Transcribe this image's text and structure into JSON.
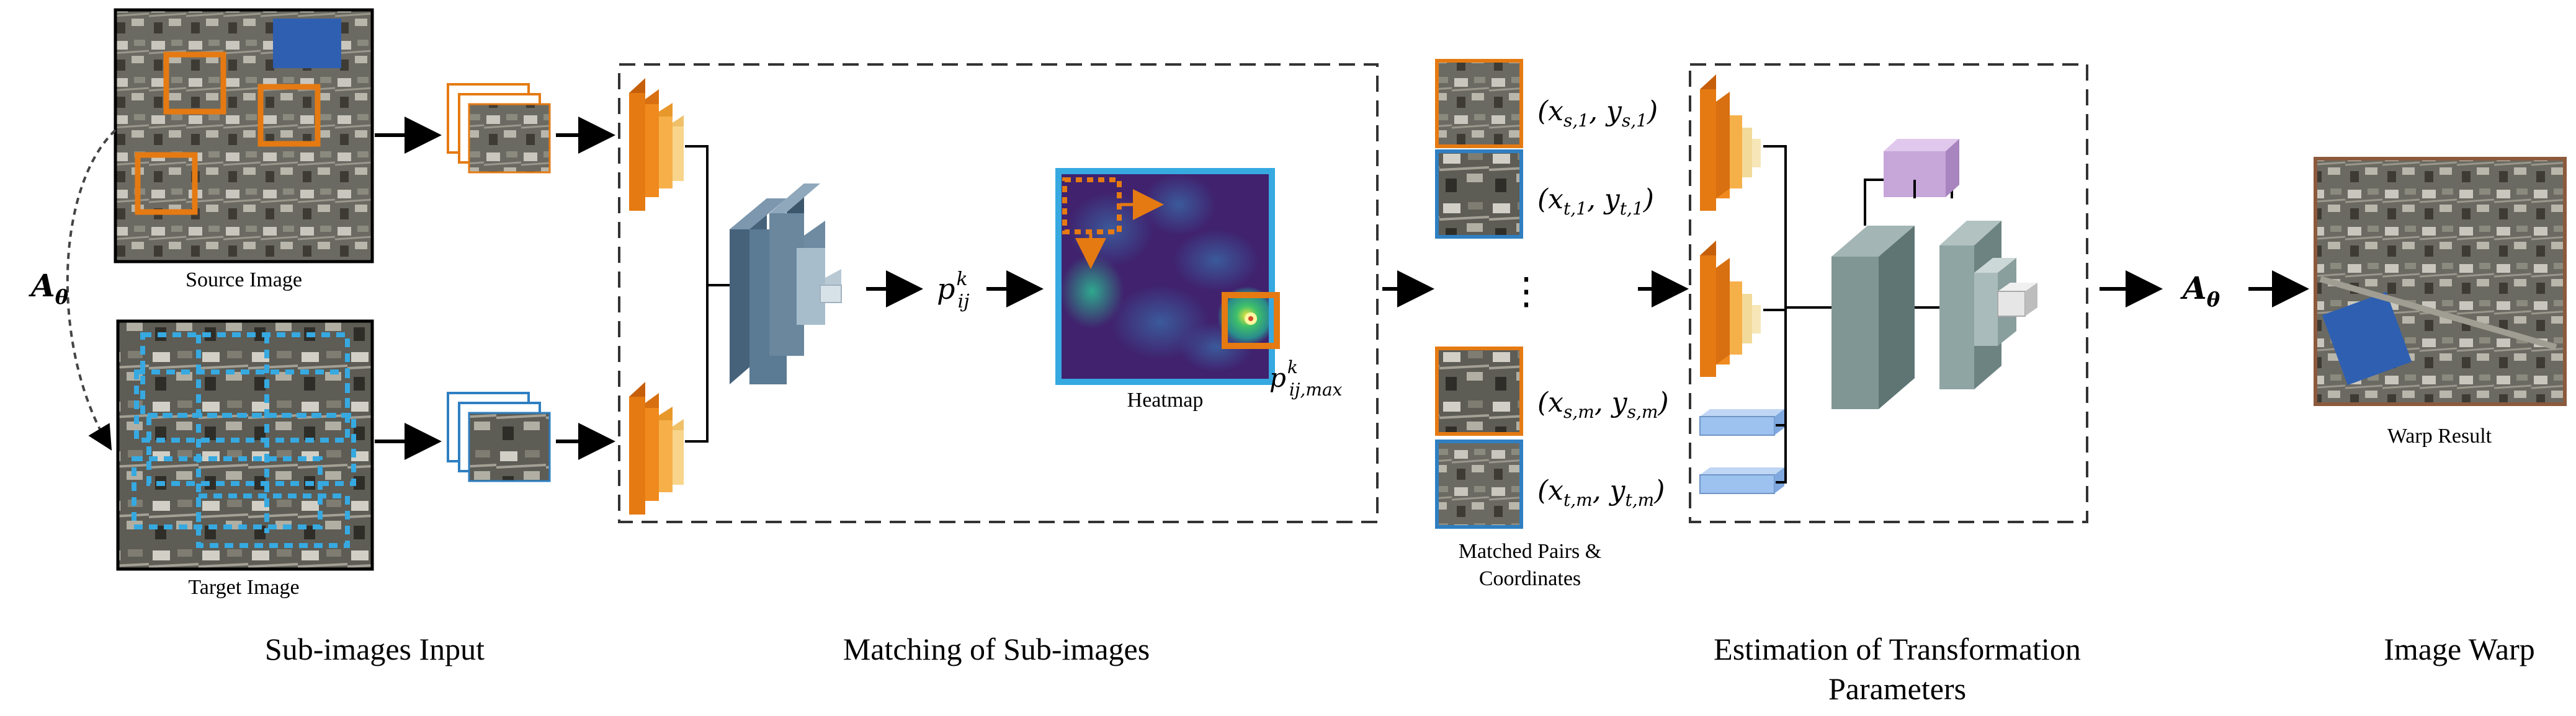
{
  "labels": {
    "source_image": "Source Image",
    "target_image": "Target Image",
    "heatmap": "Heatmap",
    "warp_result": "Warp Result",
    "matched_pairs": "Matched Pairs &",
    "matched_coords": "Coordinates"
  },
  "sections": {
    "sub_images_input": "Sub-images Input",
    "matching": "Matching of Sub-images",
    "estimation_line1": "Estimation of Transformation",
    "estimation_line2": "Parameters",
    "image_warp": "Image Warp"
  },
  "math": {
    "a_theta_left": "Aθ",
    "a_theta_right": "Aθ",
    "p_ij_k": "p^k_ij",
    "p_ij_max": "p^k_ij,max",
    "coord_s1": "(xs,1, ys,1)",
    "coord_t1": "(xt,1, yt,1)",
    "coord_sm": "(xs,m, ys,m)",
    "coord_tm": "(xt,m, yt,m)",
    "ellipsis": "⋮"
  },
  "colors": {
    "orange": "#E57A12",
    "light_blue": "#36A9E1",
    "steel_blue": "#5B7A93",
    "grey_green": "#7F9695",
    "lavender": "#C7A6DA",
    "brown": "#8C5A3C"
  }
}
